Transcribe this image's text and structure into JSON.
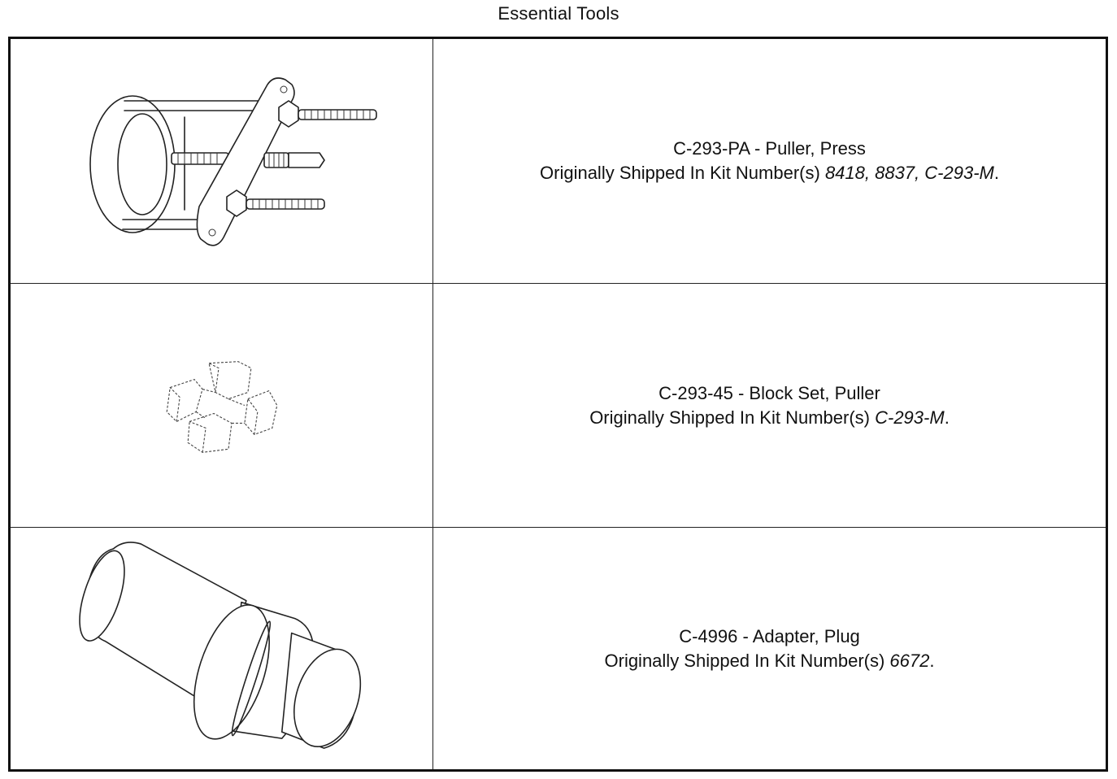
{
  "document": {
    "title": "Essential Tools"
  },
  "tools": [
    {
      "name_line": "C-293-PA - Puller, Press",
      "kit_prefix": "Originally Shipped In Kit Number(s) ",
      "kit_numbers": "8418, 8837, C-293-M",
      "kit_suffix": ".",
      "illustration": "puller-press-illustration"
    },
    {
      "name_line": "C-293-45 - Block Set, Puller",
      "kit_prefix": "Originally Shipped In Kit Number(s) ",
      "kit_numbers": "C-293-M",
      "kit_suffix": ".",
      "illustration": "block-set-illustration"
    },
    {
      "name_line": "C-4996 - Adapter, Plug",
      "kit_prefix": "Originally Shipped In Kit Number(s) ",
      "kit_numbers": "6672",
      "kit_suffix": ".",
      "illustration": "adapter-plug-illustration"
    }
  ]
}
